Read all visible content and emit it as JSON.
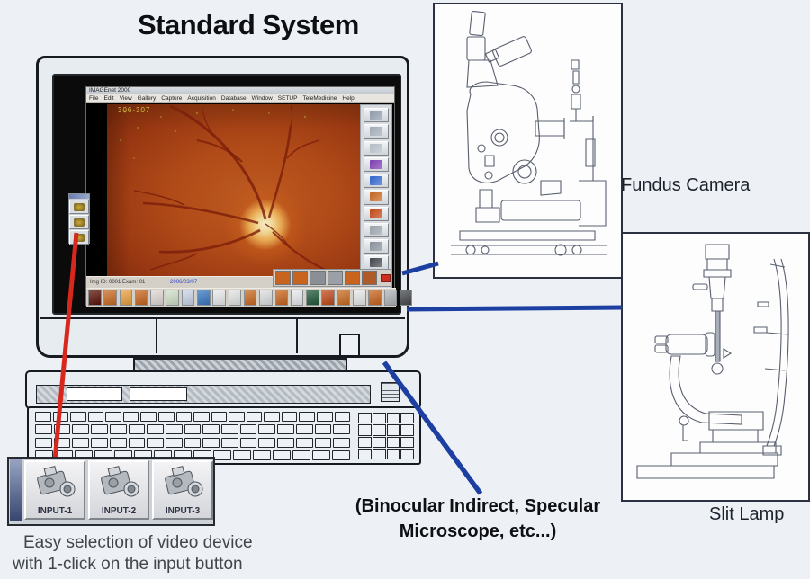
{
  "page": {
    "title": "Standard System",
    "background": "#edf1f5"
  },
  "monitor_app": {
    "window_title": "IMAGEnet 2000",
    "menu_items": [
      "File",
      "Edit",
      "View",
      "Gallery",
      "Capture",
      "Acquisition",
      "Database",
      "Window",
      "SETUP",
      "TeleMedicine",
      "Help"
    ],
    "image_overlay_text": "306-307",
    "status_left": "Img ID: 0001  Exam: 01",
    "status_date": "2006/03/07",
    "toolbar_icons": [
      {
        "name": "grid-icon",
        "color": "#8d99a8"
      },
      {
        "name": "chart-icon",
        "color": "#9fa9b4"
      },
      {
        "name": "printer-icon",
        "color": "#b4bcc4"
      },
      {
        "name": "purple-arrow-icon",
        "color": "#7b3bb0"
      },
      {
        "name": "blue-arrow-icon",
        "color": "#2e63c8"
      },
      {
        "name": "orange-image-icon",
        "color": "#c4651c"
      },
      {
        "name": "red-photo-icon",
        "color": "#bf4716"
      },
      {
        "name": "film-icon",
        "color": "#98a0a8"
      },
      {
        "name": "camera-icon",
        "color": "#878f98"
      },
      {
        "name": "user-icon",
        "color": "#41454c"
      },
      {
        "name": "hand-icon",
        "color": "#aeb6be"
      }
    ],
    "record_button_color": "#cf2d1e",
    "thumb_strip_colors": [
      "#c8641e",
      "#c8641e",
      "#8a8f96",
      "#9aa0a6",
      "#c8641e",
      "#b05a28"
    ],
    "bottom_tile_colors": [
      "#5a1208",
      "#c86a20",
      "#e8a040",
      "#c8641e",
      "#e0d8d4",
      "#cfe0c8",
      "#c8d4e8",
      "#3878c0",
      "#e8eaec",
      "#e2e4e6",
      "#c86a20",
      "#dcdee0",
      "#c8641e",
      "#e8eaec",
      "#20583a",
      "#c04818",
      "#c86a20",
      "#e6e8ea",
      "#c8641e",
      "#b0b4b8",
      "#46484c"
    ]
  },
  "devices": {
    "fundus_camera_label": "Fundus Camera",
    "slit_lamp_label": "Slit Lamp",
    "other_line1": "(Binocular Indirect, Specular",
    "other_line2": "Microscope, etc...)"
  },
  "input_panel": {
    "buttons": [
      {
        "label": "INPUT-1"
      },
      {
        "label": "INPUT-2"
      },
      {
        "label": "INPUT-3"
      }
    ]
  },
  "caption": {
    "line1": "Easy selection of video device",
    "line2": "with 1-click on the input button"
  },
  "colors": {
    "connector_blue": "#1d3fa2",
    "pointer_red": "#d8281e",
    "monitor_body": "#e7ecf1",
    "screen_black": "#0b0b0c"
  }
}
